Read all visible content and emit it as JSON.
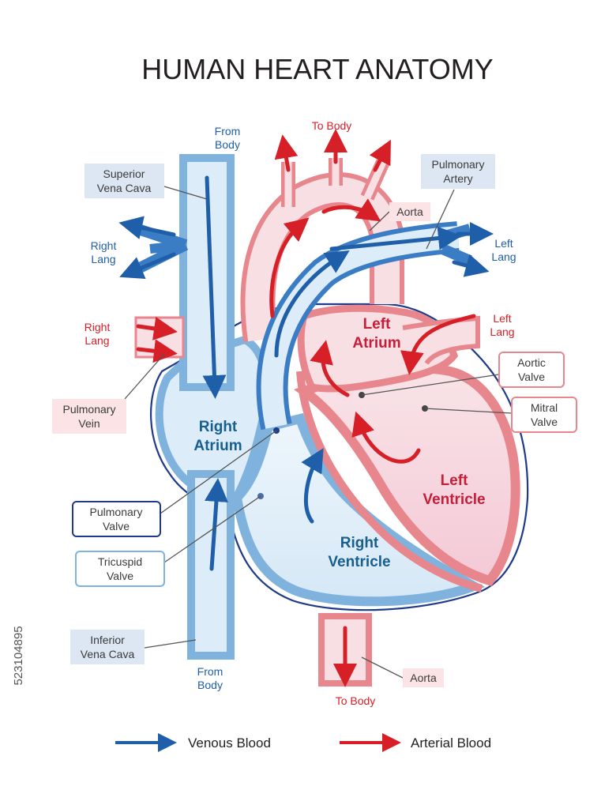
{
  "title": "HUMAN HEART ANATOMY",
  "colors": {
    "venous": "#1f5ea8",
    "arterial": "#d61f26",
    "vein_fill": "#dcecf8",
    "artery_fill": "#f7dfe3",
    "vein_wall": "#7fb3de",
    "artery_wall": "#e8868d"
  },
  "flow_labels": {
    "from_body_top": [
      "From",
      "Body"
    ],
    "to_body_top": "To Body",
    "right_lung_blue": [
      "Right",
      "Lang"
    ],
    "right_lung_red": [
      "Right",
      "Lang"
    ],
    "left_lung_blue": [
      "Left",
      "Lang"
    ],
    "left_lung_red": [
      "Left",
      "Lang"
    ],
    "from_body_bottom": [
      "From",
      "Body"
    ],
    "to_body_bottom": "To Body"
  },
  "structures": {
    "superior_vena_cava": [
      "Superior",
      "Vena Cava"
    ],
    "pulmonary_artery": [
      "Pulmonary",
      "Artery"
    ],
    "aorta_top": "Aorta",
    "pulmonary_vein": [
      "Pulmonary",
      "Vein"
    ],
    "aortic_valve": [
      "Aortic",
      "Valve"
    ],
    "mitral_valve": [
      "Mitral",
      "Valve"
    ],
    "pulmonary_valve": [
      "Pulmonary",
      "Valve"
    ],
    "tricuspid_valve": [
      "Tricuspid",
      "Valve"
    ],
    "inferior_vena_cava": [
      "Inferior",
      "Vena Cava"
    ],
    "aorta_bottom": "Aorta"
  },
  "chambers": {
    "right_atrium": [
      "Right",
      "Atrium"
    ],
    "left_atrium": [
      "Left",
      "Atrium"
    ],
    "left_ventricle": [
      "Left",
      "Ventricle"
    ],
    "right_ventricle": [
      "Right",
      "Ventricle"
    ]
  },
  "legend": {
    "venous": "Venous Blood",
    "arterial": "Arterial Blood"
  },
  "image_id": "523104895"
}
